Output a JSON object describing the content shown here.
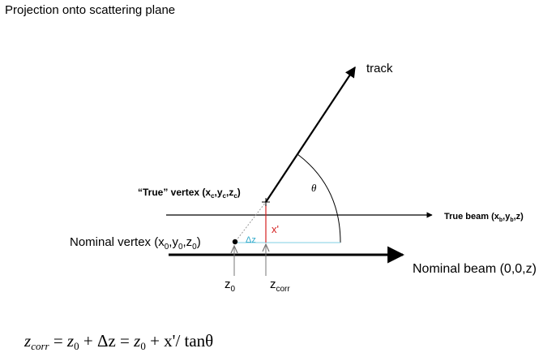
{
  "header": {
    "title": "Projection onto scattering plane"
  },
  "labels": {
    "track": "track",
    "theta": "θ",
    "true_vertex": {
      "quote": "“True” vertex (",
      "x": "x",
      "xs": "c",
      "y": "y",
      "ys": "c",
      "z": "z",
      "zs": "c",
      "close": ")"
    },
    "nominal_vertex": {
      "text": "Nominal vertex (",
      "x": "x",
      "xs": "0",
      "y": "y",
      "ys": "0",
      "z": "z",
      "zs": "0",
      "close": ")"
    },
    "true_beam": {
      "text": "True beam (",
      "x": "x",
      "xs": "b",
      "y": "y",
      "ys": "b",
      "tail": ",z)"
    },
    "nominal_beam": "Nominal beam (0,0,z)",
    "x_prime": "x'",
    "delta_z": "Δz",
    "z0": {
      "main": "z",
      "sub": "0"
    },
    "zcorr": {
      "main": "z",
      "sub": "corr"
    }
  },
  "formula": {
    "z": "z",
    "corr": "corr",
    "eq1": " = ",
    "z0": "z",
    "zero": "0",
    "plus": " + Δz = ",
    "z0b": "z",
    "zero2": "0",
    "plus2": " + x'/ tanθ"
  },
  "colors": {
    "ink": "#000000",
    "red": "#d42020",
    "cyan": "#2aa7c9",
    "gray": "#7a7a7a",
    "dash": "#9a9a9a"
  }
}
